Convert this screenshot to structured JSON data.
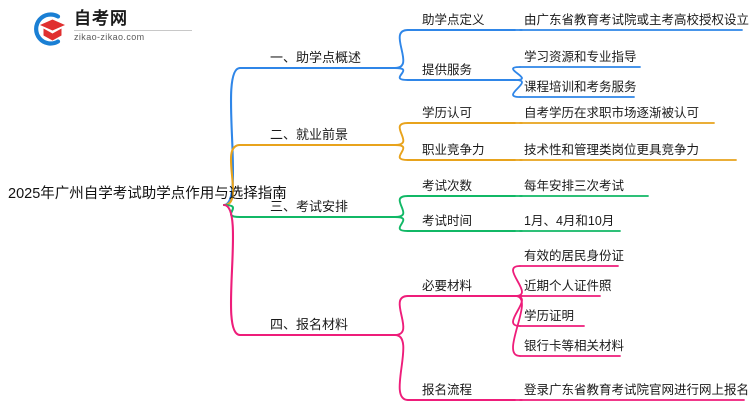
{
  "logo": {
    "title": "自考网",
    "domain": "zikao-zikao.com",
    "mark_icon": "graduation-cap-icon",
    "arc_color": "#1a7fd4",
    "cap_color": "#e03030"
  },
  "root": {
    "label": "2025年广州自学考试助学点作用与选择指南"
  },
  "branches": [
    {
      "label": "一、助学点概述",
      "color": "#2f86e8",
      "children": [
        {
          "label": "助学点定义",
          "children": [
            {
              "label": "由广东省教育考试院或主考高校授权设立"
            }
          ]
        },
        {
          "label": "提供服务",
          "children": [
            {
              "label": "学习资源和专业指导"
            },
            {
              "label": "课程培训和考务服务"
            }
          ]
        }
      ]
    },
    {
      "label": "二、就业前景",
      "color": "#e8a31c",
      "children": [
        {
          "label": "学历认可",
          "children": [
            {
              "label": "自考学历在求职市场逐渐被认可"
            }
          ]
        },
        {
          "label": "职业竞争力",
          "children": [
            {
              "label": "技术性和管理类岗位更具竞争力"
            }
          ]
        }
      ]
    },
    {
      "label": "三、考试安排",
      "color": "#11b866",
      "children": [
        {
          "label": "考试次数",
          "children": [
            {
              "label": "每年安排三次考试"
            }
          ]
        },
        {
          "label": "考试时间",
          "children": [
            {
              "label": "1月、4月和10月"
            }
          ]
        }
      ]
    },
    {
      "label": "四、报名材料",
      "color": "#ee1d7a",
      "children": [
        {
          "label": "必要材料",
          "children": [
            {
              "label": "有效的居民身份证"
            },
            {
              "label": "近期个人证件照"
            },
            {
              "label": "学历证明"
            },
            {
              "label": "银行卡等相关材料"
            }
          ]
        },
        {
          "label": "报名流程",
          "children": [
            {
              "label": "登录广东省教育考试院官网进行网上报名"
            }
          ]
        }
      ]
    }
  ]
}
